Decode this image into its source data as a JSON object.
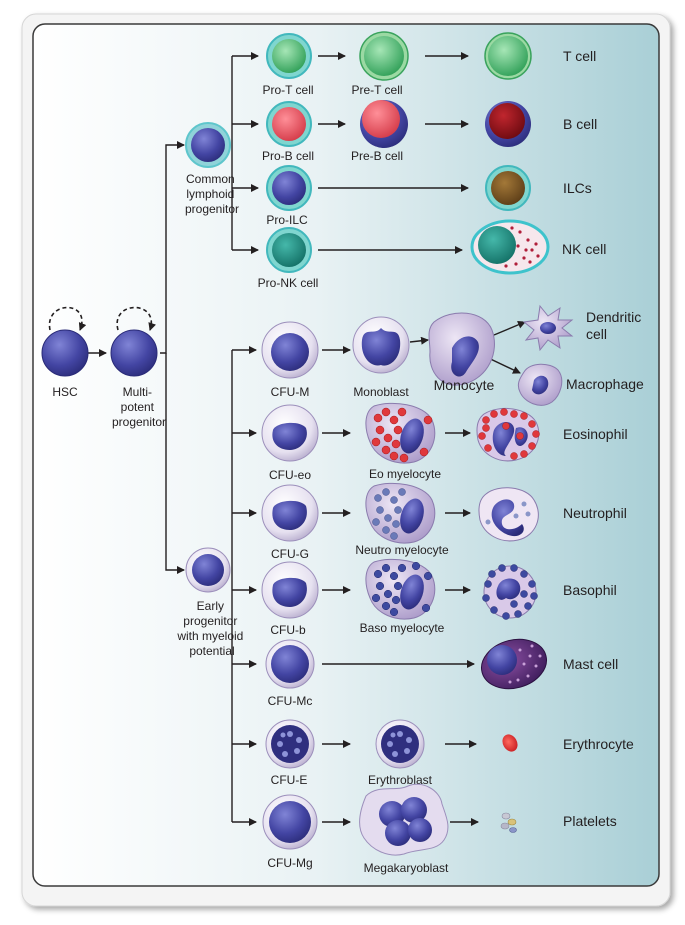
{
  "labels": {
    "hsc": "HSC",
    "mpp": [
      "Multi-",
      "potent",
      "progenitor"
    ],
    "clp": [
      "Common",
      "lymphoid",
      "progenitor"
    ],
    "emp": [
      "Early",
      "progenitor",
      "with myeloid",
      "potential"
    ],
    "pro_t": "Pro-T cell",
    "pre_t": "Pre-T cell",
    "t_cell": "T cell",
    "pro_b": "Pro-B cell",
    "pre_b": "Pre-B cell",
    "b_cell": "B cell",
    "pro_ilc": "Pro-ILC",
    "ilcs": "ILCs",
    "pro_nk": "Pro-NK cell",
    "nk_cell": "NK cell",
    "cfu_m": "CFU-M",
    "monoblast": "Monoblast",
    "monocyte": "Monocyte",
    "dendritic": [
      "Dendritic",
      "cell"
    ],
    "macrophage": "Macrophage",
    "cfu_eo": "CFU-eo",
    "eo_myelocyte": "Eo myelocyte",
    "eosinophil": "Eosinophil",
    "cfu_g": "CFU-G",
    "neutro_myelocyte": "Neutro myelocyte",
    "neutrophil": "Neutrophil",
    "cfu_b": "CFU-b",
    "baso_myelocyte": "Baso myelocyte",
    "basophil": "Basophil",
    "cfu_mc": "CFU-Mc",
    "mast_cell": "Mast cell",
    "cfu_e": "CFU-E",
    "erythroblast": "Erythroblast",
    "erythrocyte": "Erythrocyte",
    "cfu_mg": "CFU-Mg",
    "megakaryoblast": "Megakaryoblast",
    "platelets": "Platelets"
  },
  "colors": {
    "panel_left": "#ffffff",
    "panel_right": "#a9cfd6",
    "nucleus": "#3d3f9a",
    "nucleus_light": "#7b7fd0",
    "cyan_ring": "#5ec6cc",
    "t_green": "#3fb56a",
    "b_pink": "#e5505d",
    "b_dark": "#8b1118",
    "ilc_brown": "#7a5526",
    "nk_teal": "#1f9488",
    "granule_red": "#e0383c",
    "granule_blue": "#6a7ab8",
    "cytoplasm": "#c9b8dd"
  }
}
